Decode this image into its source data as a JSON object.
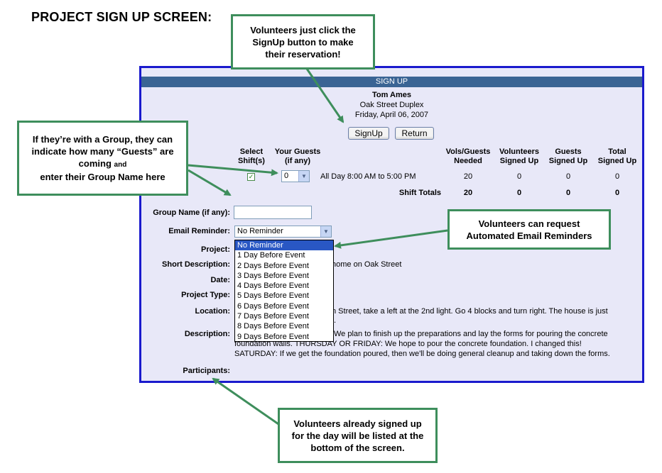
{
  "page_heading": "PROJECT SIGN UP SCREEN:",
  "screen": {
    "title": "SIGN UP",
    "leader_name": "Tom Ames",
    "project_name": "Oak Street Duplex",
    "date": "Friday, April 06, 2007",
    "buttons": {
      "signup": "SignUp",
      "return": "Return"
    },
    "shift_table": {
      "headers": {
        "select": [
          "Select",
          "Shift(s)"
        ],
        "guests": [
          "Your Guests",
          "(if any)"
        ],
        "needed": [
          "Vols/Guests",
          "Needed"
        ],
        "vol_signed": [
          "Volunteers",
          "Signed Up"
        ],
        "guests_signed": [
          "Guests",
          "Signed Up"
        ],
        "total_signed": [
          "Total",
          "Signed Up"
        ]
      },
      "row": {
        "checked_mark": "✓",
        "guests_value": "0",
        "time": "All Day 8:00 AM to 5:00 PM",
        "needed": "20",
        "vol_signed": "0",
        "guests_signed": "0",
        "total_signed": "0"
      },
      "totals": {
        "label": "Shift Totals",
        "needed": "20",
        "vol_signed": "0",
        "guests_signed": "0",
        "total_signed": "0"
      }
    },
    "form": {
      "group_name_label": "Group Name (if any):",
      "email_reminder_label": "Email Reminder:",
      "email_reminder_value": "No Reminder",
      "project_label": "Project:",
      "short_desc_label": "Short Description:",
      "short_desc_value": "home on Oak Street",
      "date_label": "Date:",
      "project_type_label": "Project Type:",
      "location_label": "Location:",
      "location_line1": "n Street, take a left at the 2nd light. Go 4 blocks and turn right. The house is just",
      "location_line2": "t.",
      "description_label": "Description:",
      "description_line1": "We plan to finish up the preparations and lay the forms for pouring the concrete",
      "description_line2": "foundation walls. THURSDAY OR FRIDAY: We hope to pour the concrete foundation. I changed this!",
      "description_line3": "SATURDAY: If we get the foundation poured, then we'll be doing general cleanup and taking down the forms.",
      "participants_label": "Participants:"
    },
    "reminder_options": [
      "No Reminder",
      "1 Day Before Event",
      "2 Days Before Event",
      "3 Days Before Event",
      "4 Days Before Event",
      "5 Days Before Event",
      "6 Days Before Event",
      "7 Days Before Event",
      "8 Days Before Event",
      "9 Days Before Event"
    ]
  },
  "callouts": {
    "signup": [
      "Volunteers just click the",
      "SignUp button to make",
      "their reservation!"
    ],
    "group": [
      "If they’re with a Group, they can",
      "indicate how many “Guests” are",
      "coming",
      "and",
      "enter their Group Name here"
    ],
    "reminders": [
      "Volunteers can request",
      "Automated Email Reminders"
    ],
    "participants": [
      "Volunteers already signed up",
      "for the day will be listed at the",
      "bottom of the screen."
    ]
  },
  "colors": {
    "frame_border": "#1a1acd",
    "title_bar": "#3a6494",
    "callout_border": "#3e8e5c",
    "selected_option": "#2957c4"
  }
}
